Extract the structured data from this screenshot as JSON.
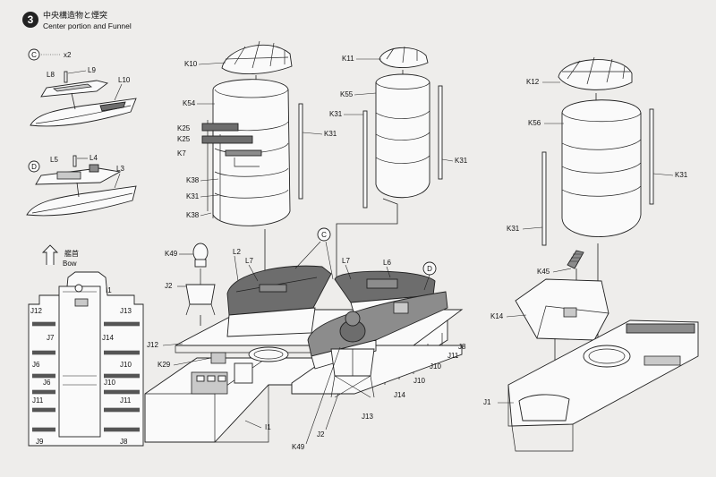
{
  "step": {
    "number": "3",
    "title_jp": "中央構造物と煙突",
    "title_en": "Center portion and Funnel"
  },
  "assemblies": {
    "c_letter": "C",
    "c_qty": "x2",
    "d_letter": "D",
    "bow_jp": "艦首",
    "bow_en": "Bow"
  },
  "labels": {
    "K10": "K10",
    "K11": "K11",
    "K12": "K12",
    "K54": "K54",
    "K55": "K55",
    "K56": "K56",
    "K25": "K25",
    "K7": "K7",
    "K38": "K38",
    "K31": "K31",
    "K49": "K49",
    "K45": "K45",
    "K14": "K14",
    "K29": "K29",
    "L2": "L2",
    "L3": "L3",
    "L4": "L4",
    "L5": "L5",
    "L6": "L6",
    "L7": "L7",
    "L8": "L8",
    "L9": "L9",
    "L10": "L10",
    "J1": "J1",
    "J2": "J2",
    "J6": "J6",
    "J7": "J7",
    "J8": "J8",
    "J9": "J9",
    "J10": "J10",
    "J11": "J11",
    "J12": "J12",
    "J13": "J13",
    "J14": "J14",
    "I1": "I1"
  },
  "colors": {
    "paper": "#eeedeb",
    "line": "#222222",
    "grey_part": "#8c8c8c",
    "dark_part": "#6d6d6d"
  }
}
